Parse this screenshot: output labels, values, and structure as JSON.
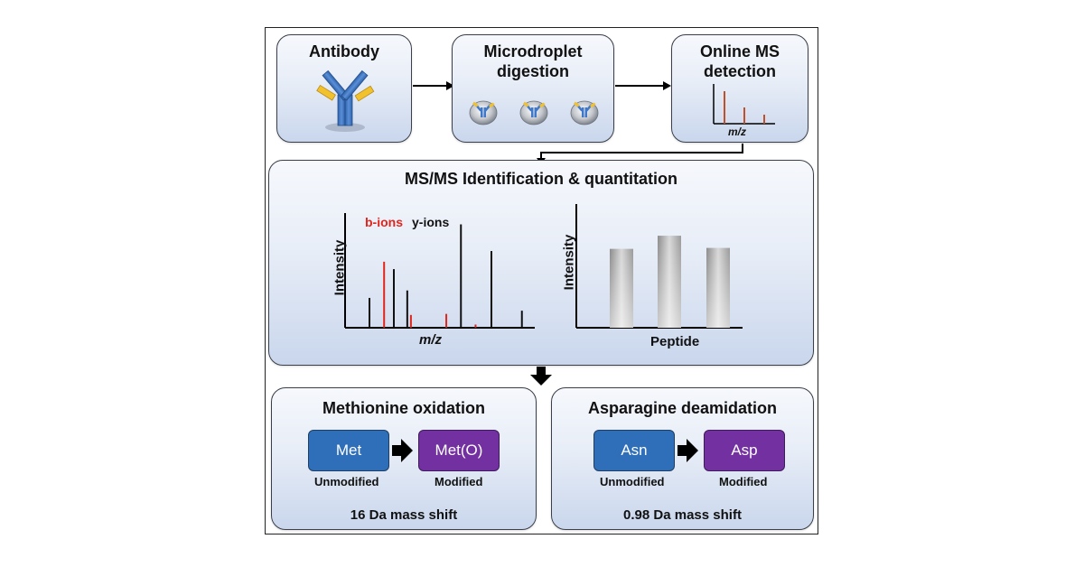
{
  "panels": {
    "antibody": {
      "title": "Antibody",
      "icon": "antibody-icon"
    },
    "digestion": {
      "title_line1": "Microdroplet",
      "title_line2": "digestion",
      "icon": "microdroplet-icon"
    },
    "online_ms": {
      "title_line1": "Online MS",
      "title_line2": "detection",
      "axis_label": "m/z"
    },
    "msms": {
      "title": "MS/MS Identification & quantitation",
      "spectrum": {
        "ylabel": "Intensity",
        "xlabel": "m/z",
        "legend_b": "b-ions",
        "legend_y": "y-ions"
      },
      "quant": {
        "ylabel": "Intensity",
        "xlabel": "Peptide"
      }
    },
    "met": {
      "title": "Methionine oxidation",
      "from_label": "Met",
      "to_label": "Met(O)",
      "from_caption": "Unmodified",
      "to_caption": "Modified",
      "shift": "16 Da mass shift"
    },
    "asn": {
      "title": "Asparagine deamidation",
      "from_label": "Asn",
      "to_label": "Asp",
      "from_caption": "Unmodified",
      "to_caption": "Modified",
      "shift": "0.98 Da mass shift"
    }
  },
  "colors": {
    "b_ion": "#e0251d",
    "y_ion": "#111111",
    "online_peak": "#c0502a",
    "unmodified_box": "#2f6eb8",
    "modified_box": "#7330a0",
    "panel_gradient_bottom": "#c9d6ec"
  },
  "chart_data": [
    {
      "type": "bar",
      "title": "",
      "xlabel": "m/z",
      "ylabel": "Intensity",
      "series": [
        {
          "name": "b-ions",
          "x": [
            3.2,
            5.4,
            8.3,
            10.7
          ],
          "values": [
            0.62,
            0.12,
            0.13,
            0.03
          ]
        },
        {
          "name": "y-ions",
          "x": [
            2.0,
            4.0,
            5.1,
            9.5,
            12.0,
            14.5
          ],
          "values": [
            0.28,
            0.55,
            0.35,
            0.97,
            0.72,
            0.16
          ]
        }
      ]
    },
    {
      "type": "bar",
      "title": "",
      "xlabel": "Peptide",
      "ylabel": "Intensity",
      "series": [
        {
          "values": [
            0.84,
            0.98,
            0.85
          ]
        }
      ]
    }
  ]
}
